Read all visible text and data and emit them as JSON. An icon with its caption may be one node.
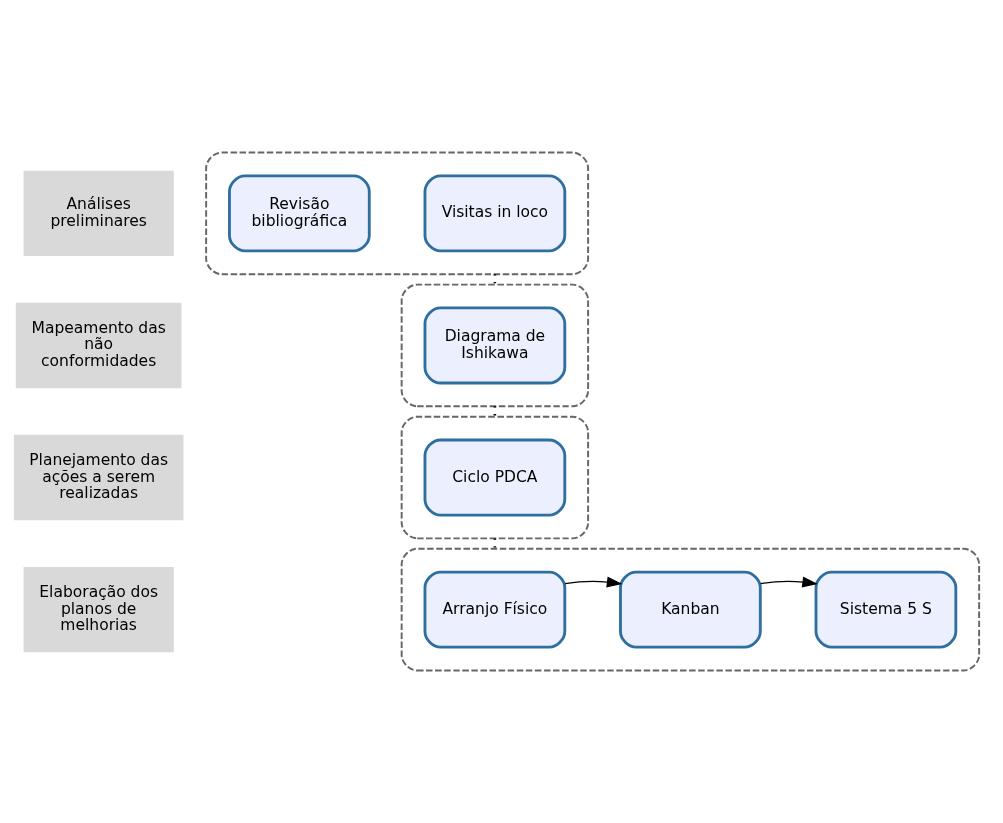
{
  "diagram": {
    "nodes": [
      {
        "text": [
          "Análises preliminares"
        ]
      },
      {
        "text": [],
        "shape": "box"
      },
      {
        "text": [
          "Revisão bibliográfica"
        ],
        "in": 1
      },
      {
        "text": [
          "Visitas in loco"
        ],
        "in": 1
      },
      {
        "text": [
          "Mapeamento das não conformidades"
        ]
      },
      {
        "text": [],
        "shape": "box"
      },
      {
        "text": [
          "Diagrama de Ishikawa"
        ],
        "in": 5
      },
      {
        "text": [
          "Planejamento das ações a serem realizadas"
        ]
      },
      {
        "text": [],
        "shape": "box"
      },
      {
        "text": [
          "Ciclo PDCA"
        ],
        "in": 8
      },
      {
        "text": [
          "Elaboração dos planos de melhorias"
        ]
      },
      {
        "text": [],
        "shape": "box"
      },
      {
        "text": [
          "Arranjo Físico"
        ],
        "in": 11
      },
      {
        "text": [
          "Kanban"
        ],
        "in": 11
      },
      {
        "text": [
          "Sistema 5 S"
        ],
        "in": 11
      }
    ],
    "edges": [
      {
        "from": 1,
        "to": 5,
        "arrow": "none",
        "style": "dashed"
      },
      {
        "from": 5,
        "to": 8,
        "arrow": "none",
        "style": "dashed"
      },
      {
        "from": 8,
        "to": 11,
        "arrow": "none",
        "style": "dashed"
      },
      {
        "from": 12,
        "to": 13,
        "arrow": "to"
      },
      {
        "from": 13,
        "to": 14,
        "arrow": "to"
      }
    ]
  }
}
